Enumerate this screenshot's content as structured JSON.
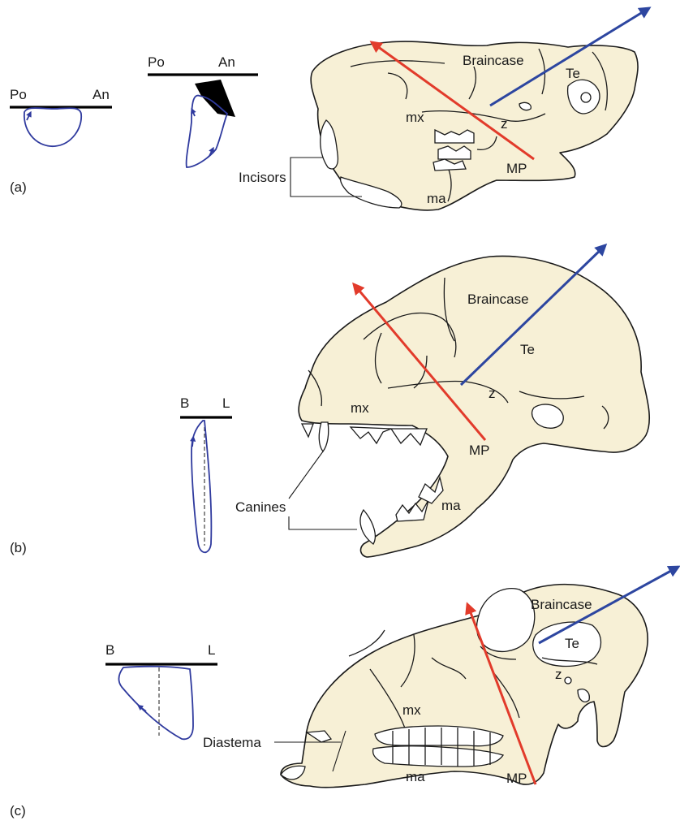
{
  "panels": [
    {
      "letter": "(a)",
      "chew_left": {
        "left": "Po",
        "right": "An"
      },
      "chew_right": {
        "left": "Po",
        "right": "An"
      },
      "labels": {
        "braincase": "Braincase",
        "te": "Te",
        "mx": "mx",
        "z": "z",
        "mp": "MP",
        "ma": "ma"
      },
      "callout": "Incisors"
    },
    {
      "letter": "(b)",
      "chew": {
        "left": "B",
        "right": "L"
      },
      "labels": {
        "braincase": "Braincase",
        "te": "Te",
        "mx": "mx",
        "z": "z",
        "mp": "MP",
        "ma": "ma"
      },
      "callout": "Canines"
    },
    {
      "letter": "(c)",
      "chew": {
        "left": "B",
        "right": "L"
      },
      "labels": {
        "braincase": "Braincase",
        "te": "Te",
        "mx": "mx",
        "z": "z",
        "mp": "MP",
        "ma": "ma"
      },
      "callout": "Diastema"
    }
  ],
  "colors": {
    "temporalis_arrow": "#2d46a0",
    "masseter_arrow": "#e23b2b",
    "chewing_path": "#2f3a9e",
    "bone": "#f7f0d6"
  }
}
